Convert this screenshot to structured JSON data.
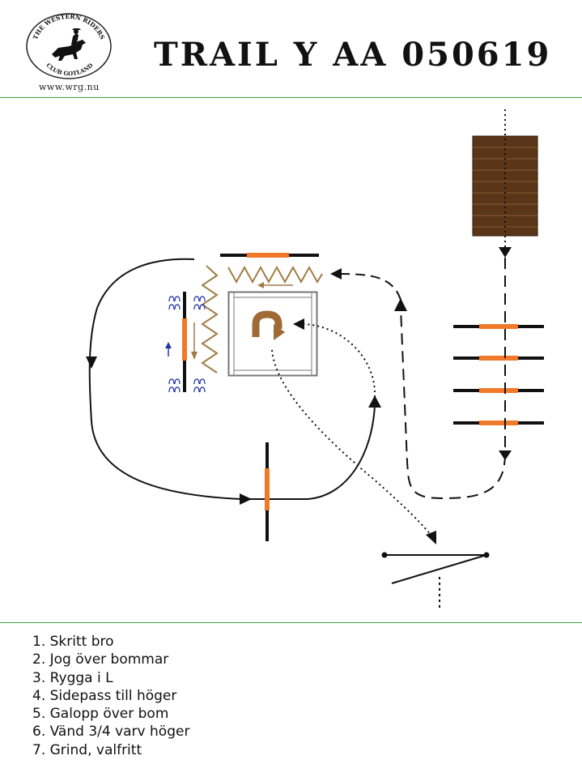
{
  "header": {
    "title": "TRAIL Y AA 050619",
    "logo_text_top": "THE WESTERN RIDERS",
    "logo_text_bottom": "CLUB GOTLAND",
    "site_url": "www.wrg.nu"
  },
  "steps": [
    "1. Skritt bro",
    "2. Jog över bommar",
    "3. Rygga i L",
    "4. Sidepass till höger",
    "5. Galopp över bom",
    "6. Vänd 3/4 varv höger",
    "7. Grind, valfritt"
  ],
  "colors": {
    "rule": "#33aa33",
    "pole_orange": "#f07a2a",
    "bridge_brown": "#5a3518",
    "zigzag": "#a07b45",
    "turn_arrow": "#a06a35",
    "footprint_blue": "#2233aa"
  }
}
